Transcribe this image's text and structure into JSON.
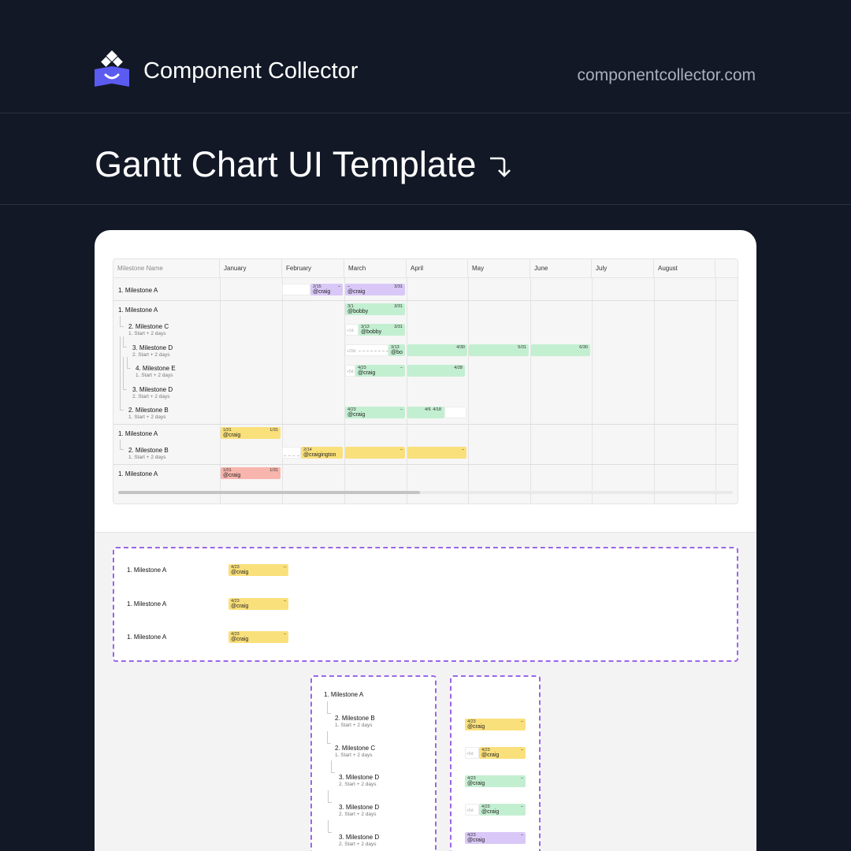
{
  "header": {
    "brand_name": "Component Collector",
    "domain": "componentcollector.com",
    "title": "Gantt Chart UI Template",
    "title_icon": "arrow-down-right-hook-icon"
  },
  "colors": {
    "background": "#121826",
    "purple": "#d9c8f7",
    "green": "#c3efd1",
    "yellow": "#fae07a",
    "red": "#f8b5ad",
    "dashed_border": "#9b66e8"
  },
  "gantt": {
    "columns": [
      "Milestone Name",
      "January",
      "February",
      "March",
      "April",
      "May",
      "June",
      "July",
      "August"
    ],
    "rows": [
      {
        "label": "1. Milestone A",
        "sub": ""
      },
      {
        "label": "1. Milestone A",
        "sub": ""
      },
      {
        "label": "2. Milestone C",
        "sub": "1. Start + 2 days"
      },
      {
        "label": "3. Milestone D",
        "sub": "2. Start + 2 days"
      },
      {
        "label": "4. Milestone E",
        "sub": "1. Start + 2 days"
      },
      {
        "label": "3. Milestone D",
        "sub": "2. Start + 2 days"
      },
      {
        "label": "2. Milestone B",
        "sub": "1. Start + 2 days"
      },
      {
        "label": "1. Milestone A",
        "sub": ""
      },
      {
        "label": "2. Milestone B",
        "sub": "1. Start + 2 days"
      },
      {
        "label": "1. Milestone A",
        "sub": ""
      }
    ],
    "bars": {
      "r0a": {
        "d1": "2/15",
        "d2": "–",
        "who": "@craig"
      },
      "r0b": {
        "d1": "–",
        "d2": "3/31",
        "who": "@craig"
      },
      "r1": {
        "d1": "3/1",
        "d2": "3/31",
        "who": "@bobby"
      },
      "r2": {
        "d1": "3/13",
        "d2": "3/31",
        "who": "@bobby",
        "lag": "+1d"
      },
      "r3a": {
        "d1": "3/13",
        "d2": "",
        "who": "@bo",
        "lag": "+20d"
      },
      "r3b": {
        "d2": "4/30"
      },
      "r3c": {
        "d2": "5/31"
      },
      "r3d": {
        "d2": "6/30"
      },
      "r4a": {
        "d1": "4/23",
        "d2": "–",
        "who": "@craig",
        "lag": "+5d"
      },
      "r4b": {
        "d2": "4/28"
      },
      "r6a": {
        "d1": "4/23",
        "d2": "–",
        "who": "@craig"
      },
      "r6b": {
        "d1": "4/6",
        "d2": "4/18"
      },
      "r7": {
        "d1": "1/01",
        "d2": "1/31",
        "who": "@craig"
      },
      "r8a": {
        "d1": "2/14",
        "d2": "",
        "who": "@craigington"
      },
      "r8b": {
        "d2": "–"
      },
      "r8c": {
        "d2": "–"
      },
      "r9": {
        "d1": "1/01",
        "d2": "1/31",
        "who": "@craig"
      }
    }
  },
  "variant_rows": {
    "labels": [
      "1. Milestone A",
      "1. Milestone A",
      "1. Milestone A"
    ],
    "bars": [
      {
        "d1": "4/23",
        "d2": "–",
        "who": "@craig"
      },
      {
        "d1": "4/23",
        "d2": "–",
        "who": "@craig"
      },
      {
        "d1": "4/23",
        "d2": "–",
        "who": "@craig"
      }
    ]
  },
  "name_column": {
    "items": [
      {
        "label": "1. Milestone A",
        "sub": ""
      },
      {
        "label": "2. Milestone B",
        "sub": "1. Start + 2 days"
      },
      {
        "label": "2. Milestone C",
        "sub": "1. Start + 2 days"
      },
      {
        "label": "3. Milestone D",
        "sub": "2. Start + 2 days"
      },
      {
        "label": "3. Milestone D",
        "sub": "2. Start + 2 days"
      },
      {
        "label": "3. Milestone D",
        "sub": "2. Start + 2 days"
      }
    ]
  },
  "bar_column": {
    "bars": [
      {
        "d1": "4/23",
        "d2": "–",
        "who": "@craig",
        "lag": ""
      },
      {
        "d1": "4/23",
        "d2": "–",
        "who": "@craig",
        "lag": "+5d"
      },
      {
        "d1": "4/23",
        "d2": "–",
        "who": "@craig",
        "lag": ""
      },
      {
        "d1": "4/23",
        "d2": "–",
        "who": "@craig",
        "lag": "+5d"
      },
      {
        "d1": "4/23",
        "d2": "–",
        "who": "@craig",
        "lag": ""
      }
    ]
  }
}
